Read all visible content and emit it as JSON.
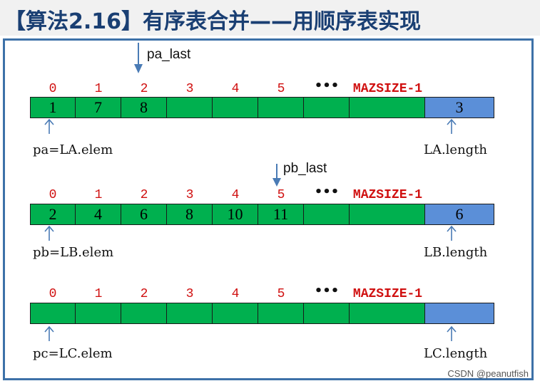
{
  "title": "【算法2.16】有序表合并——用顺序表实现",
  "rows": [
    {
      "id": "la",
      "last_pointer": "pa_last",
      "indices": [
        "0",
        "1",
        "2",
        "3",
        "4",
        "5"
      ],
      "ellipsis": "•••",
      "max_label": "MAZSIZE-1",
      "cells": [
        "1",
        "7",
        "8",
        "",
        "",
        "",
        "",
        ""
      ],
      "length_value": "3",
      "pointer_label": "pa=LA.elem",
      "length_label": "LA.length"
    },
    {
      "id": "lb",
      "last_pointer": "pb_last",
      "indices": [
        "0",
        "1",
        "2",
        "3",
        "4",
        "5"
      ],
      "ellipsis": "•••",
      "max_label": "MAZSIZE-1",
      "cells": [
        "2",
        "4",
        "6",
        "8",
        "10",
        "11",
        "",
        ""
      ],
      "length_value": "6",
      "pointer_label": "pb=LB.elem",
      "length_label": "LB.length"
    },
    {
      "id": "lc",
      "last_pointer": "",
      "indices": [
        "0",
        "1",
        "2",
        "3",
        "4",
        "5"
      ],
      "ellipsis": "•••",
      "max_label": "MAZSIZE-1",
      "cells": [
        "",
        "",
        "",
        "",
        "",
        "",
        "",
        ""
      ],
      "length_value": "",
      "pointer_label": "pc=LC.elem",
      "length_label": "LC.length"
    }
  ],
  "colors": {
    "element_cell": "#00b04f",
    "length_cell": "#5b8fd8",
    "index_text": "#d01010",
    "arrow": "#4a7bb5",
    "frame": "#3d71a8",
    "title": "#1a3f73"
  },
  "watermark": "CSDN @peanutfish"
}
